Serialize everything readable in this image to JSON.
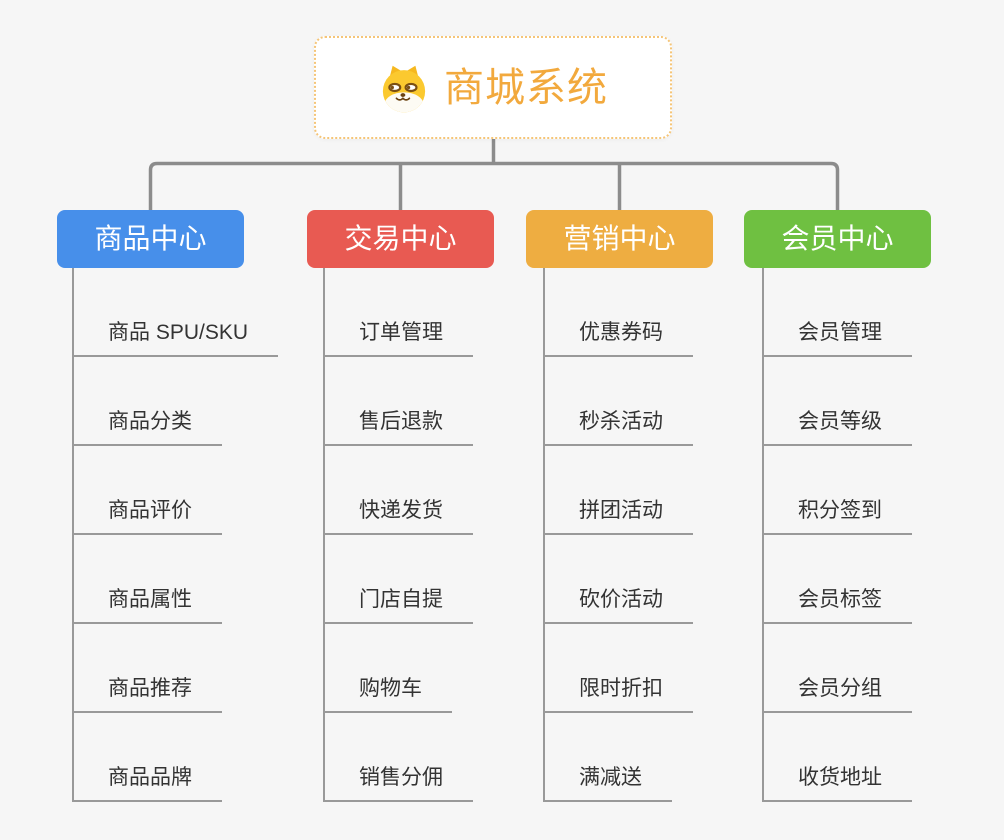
{
  "colors": {
    "background": "#f6f6f6",
    "connector": "#8c8c8c",
    "leaf_line": "#999999",
    "leaf_text": "#333333"
  },
  "root": {
    "title": "商城系统",
    "icon": "shiba-dog-icon",
    "title_color": "#F2A93D",
    "border_color": "#F5C578"
  },
  "branches": [
    {
      "label": "商品中心",
      "color": "#478FEA",
      "children": [
        "商品 SPU/SKU",
        "商品分类",
        "商品评价",
        "商品属性",
        "商品推荐",
        "商品品牌"
      ]
    },
    {
      "label": "交易中心",
      "color": "#E85A52",
      "children": [
        "订单管理",
        "售后退款",
        "快递发货",
        "门店自提",
        "购物车",
        "销售分佣"
      ]
    },
    {
      "label": "营销中心",
      "color": "#EEAD41",
      "children": [
        "优惠券码",
        "秒杀活动",
        "拼团活动",
        "砍价活动",
        "限时折扣",
        "满减送"
      ]
    },
    {
      "label": "会员中心",
      "color": "#6FC041",
      "children": [
        "会员管理",
        "会员等级",
        "积分签到",
        "会员标签",
        "会员分组",
        "收货地址"
      ]
    }
  ]
}
